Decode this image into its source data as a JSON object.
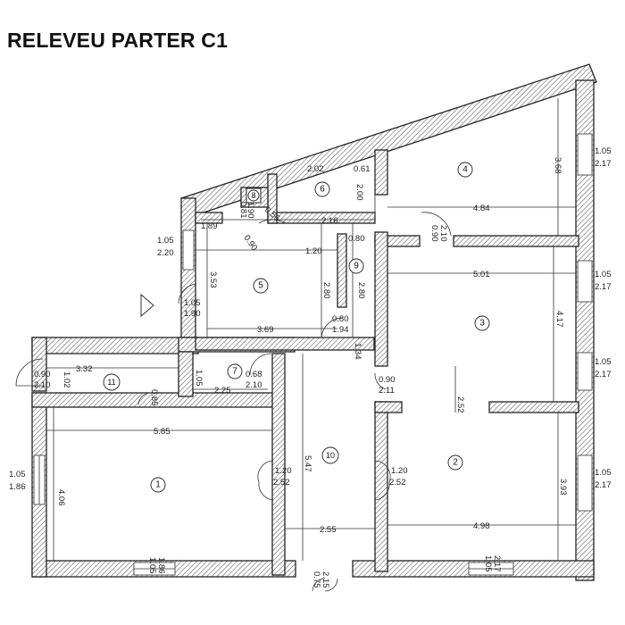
{
  "title": "RELEVEU PARTER C1",
  "rooms": [
    "1",
    "2",
    "3",
    "4",
    "5",
    "6",
    "7",
    "8",
    "9",
    "10",
    "11"
  ],
  "dimensions": {
    "d585": "5.85",
    "d406": "4.06",
    "d105_186": "1.05",
    "d186_a": "1.86",
    "d105_bot": "1.05",
    "d186_bot": "1.86",
    "d120_a": "1.20",
    "d252_a": "2.52",
    "d547": "5.47",
    "d255": "2.55",
    "d090_11": "0.90",
    "d210_11": "2.10",
    "d332": "3.32",
    "d102": "1.02",
    "d085": "0.85",
    "d105_7": "1.05",
    "d225": "2.25",
    "d068": "0.68",
    "d210_7": "2.10",
    "d105_190": "1.05",
    "d190": "1.90",
    "d353": "3.53",
    "d189": "1.89",
    "d090_5": "0.90",
    "d120_5": "1.20",
    "d280_5": "2.80",
    "d369": "3.69",
    "d080_5": "0.80",
    "d194": "1.94",
    "d134": "1.34",
    "d105_220": "1.05",
    "d220": "2.20",
    "d216": "2.16",
    "d080_9": "0.80",
    "d280_9": "2.80",
    "d202": "2.02",
    "d061": "0.61",
    "d200": "2.00",
    "d484": "4.84",
    "d368": "3.68",
    "d105_r4": "1.05",
    "d217_r4": "2.17",
    "d090_door4": "0.90",
    "d210_door4": "2.10",
    "d501": "5.01",
    "d417": "4.17",
    "d105_r3": "1.05",
    "d217_r3": "2.17",
    "d105_r3b": "1.05",
    "d217_r3b": "2.17",
    "d090_2": "0.90",
    "d211": "2.11",
    "d120_2": "1.20",
    "d252_2": "2.52",
    "d252_v": "2.52",
    "d498": "4.98",
    "d393": "3.93",
    "d105_r2": "1.05",
    "d217_r2": "2.17",
    "d105_bot2": "1.05",
    "d217_bot2": "2.17",
    "d075": "0.75",
    "d215": "2.15",
    "d081": "0.81",
    "d190_8": "1.90",
    "d056": "0.56"
  },
  "colors": {
    "wall": "#222222",
    "hatch": "#555555",
    "background": "#ffffff"
  }
}
